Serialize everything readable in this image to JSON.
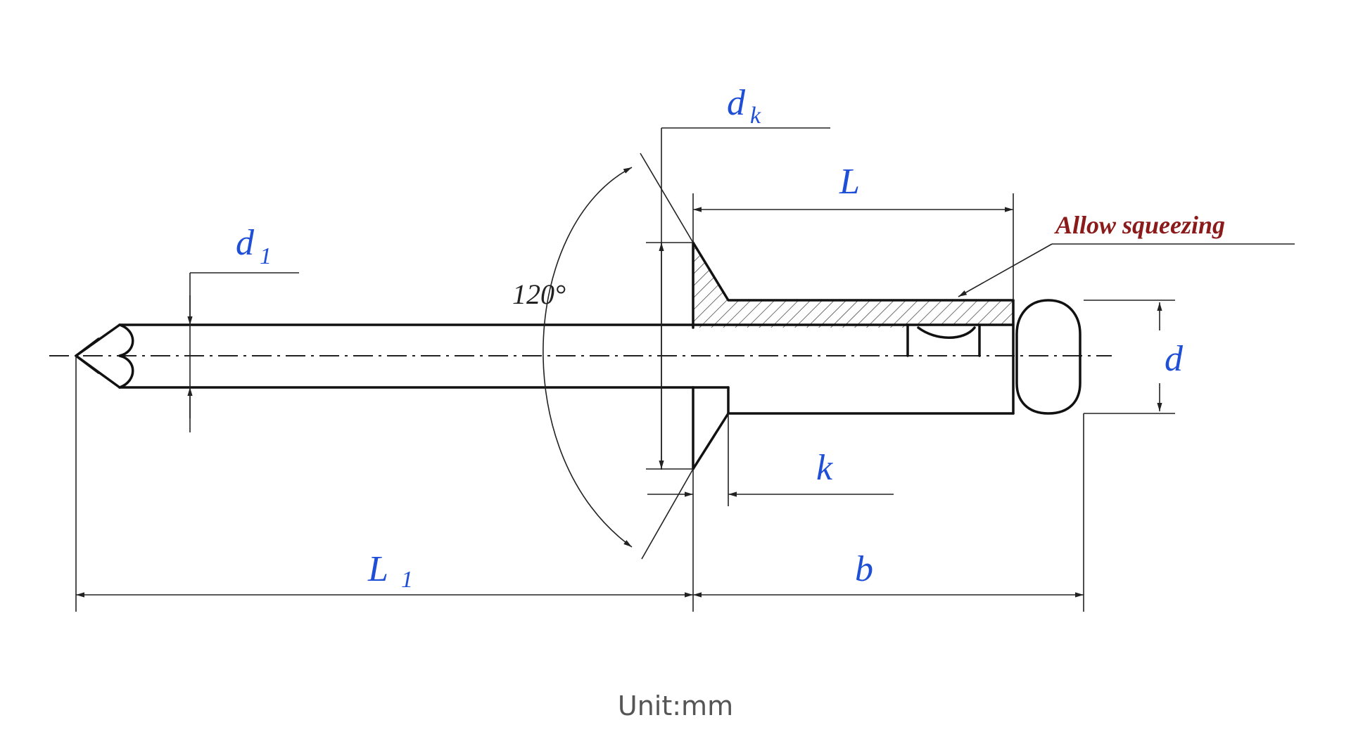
{
  "labels": {
    "dk_main": "d",
    "dk_sub": "k",
    "L": "L",
    "d1_main": "d",
    "d1_sub": "1",
    "angle": "120°",
    "allow_squeezing": "Allow squeezing",
    "d": "d",
    "k": "k",
    "L1_main": "L",
    "L1_sub": "1",
    "b": "b"
  },
  "footer": {
    "unit": "Unit:mm"
  },
  "colors": {
    "label_blue": "#1f4fd6",
    "note_red": "#8b1a1a",
    "line": "#111111"
  }
}
